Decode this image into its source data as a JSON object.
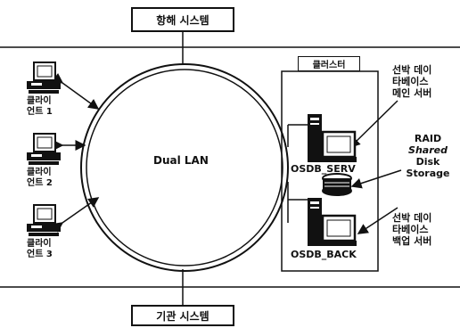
{
  "top_system": "항해 시스템",
  "bottom_system": "기관 시스템",
  "network": "Dual LAN",
  "cluster": "클러스터",
  "clients": [
    {
      "line1": "클라이",
      "line2": "언트 1"
    },
    {
      "line1": "클라이",
      "line2": "언트 2"
    },
    {
      "line1": "클라이",
      "line2": "언트 3"
    }
  ],
  "servers": {
    "main": "OSDB_SERV",
    "backup": "OSDB_BACK"
  },
  "annotations": {
    "main_server": [
      "선박 데이",
      "타베이스",
      "메인 서버"
    ],
    "raid": [
      "RAID",
      "Shared",
      "Disk",
      "Storage"
    ],
    "backup_server": [
      "선박 데이",
      "타베이스",
      "백업 서버"
    ]
  }
}
